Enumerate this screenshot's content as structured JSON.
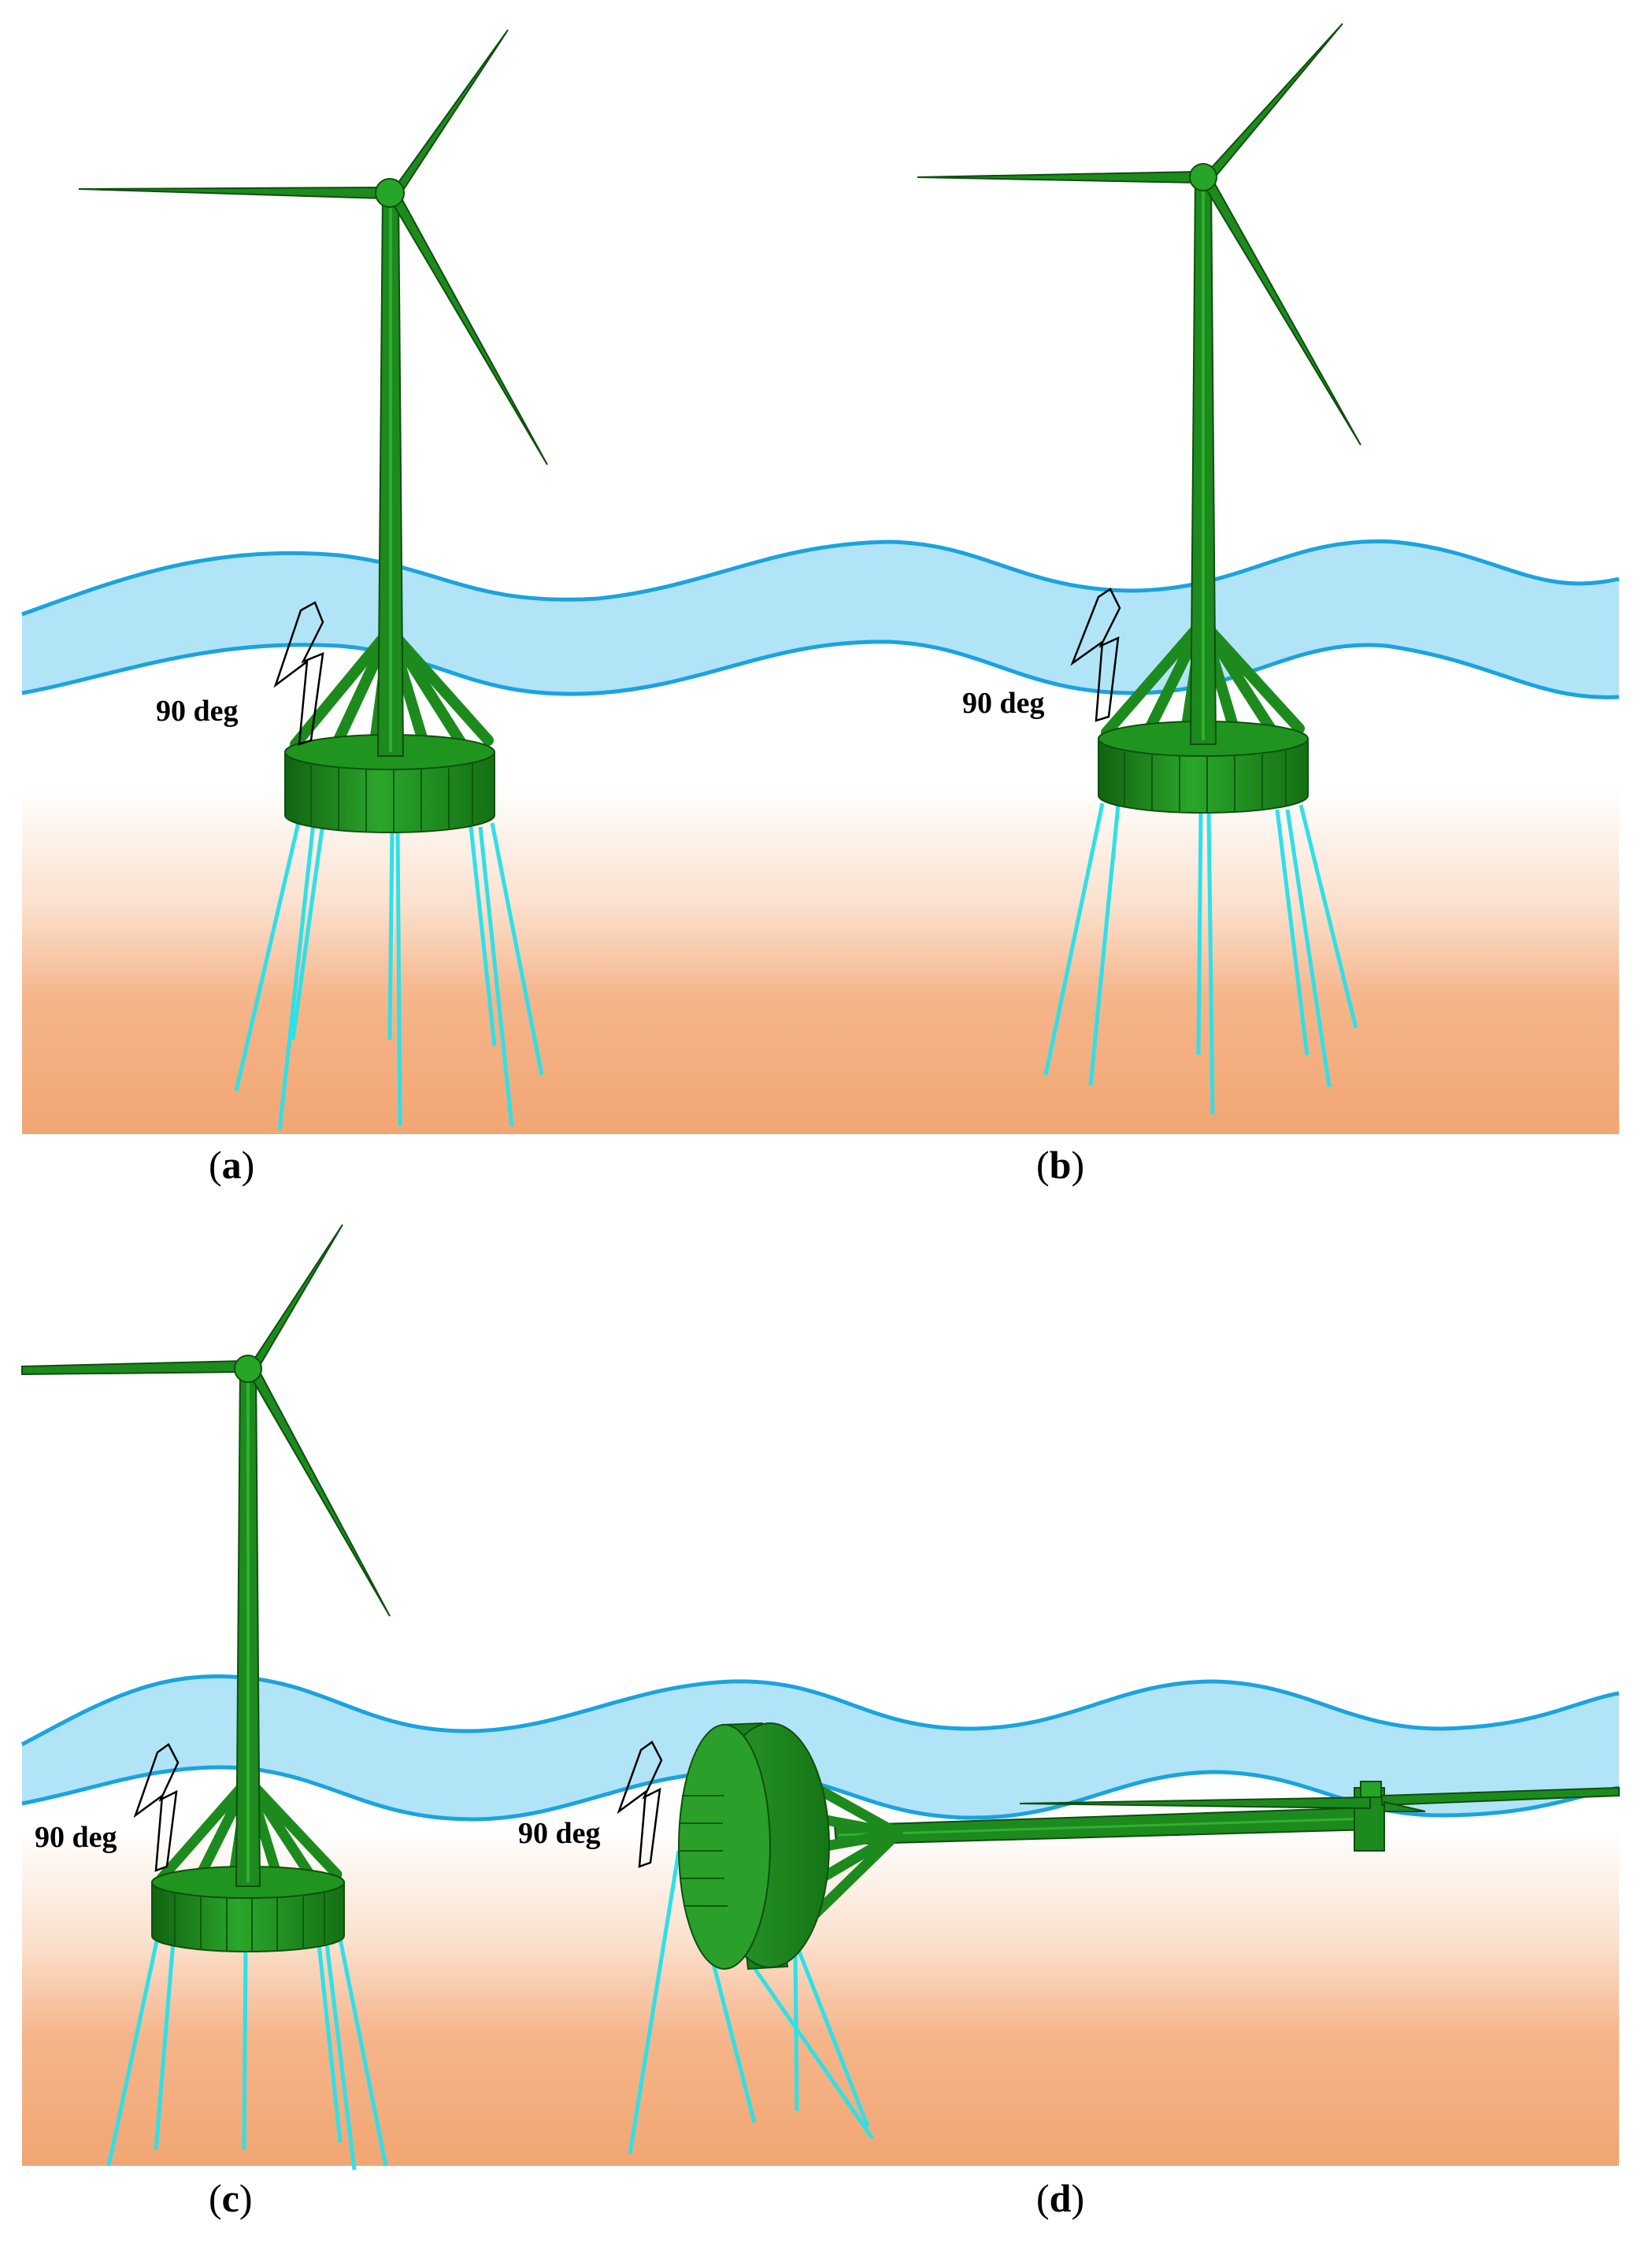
{
  "colors": {
    "sea_band": "#b2e4f7",
    "wave_line": "#1aa3e0",
    "seabed": "#f2a673",
    "structure": "#1d8a1d",
    "structure_dark": "#126312",
    "structure_light": "#30b030",
    "mooring": "#2ee0e8",
    "arrow": "#000000"
  },
  "panels": [
    {
      "id": "a",
      "caption_letter": "a",
      "wave_label": "90 deg",
      "state": "upright"
    },
    {
      "id": "b",
      "caption_letter": "b",
      "wave_label": "90 deg",
      "state": "upright"
    },
    {
      "id": "c",
      "caption_letter": "c",
      "wave_label": "90 deg",
      "state": "upright"
    },
    {
      "id": "d",
      "caption_letter": "d",
      "wave_label": "90 deg",
      "state": "capsized"
    }
  ]
}
